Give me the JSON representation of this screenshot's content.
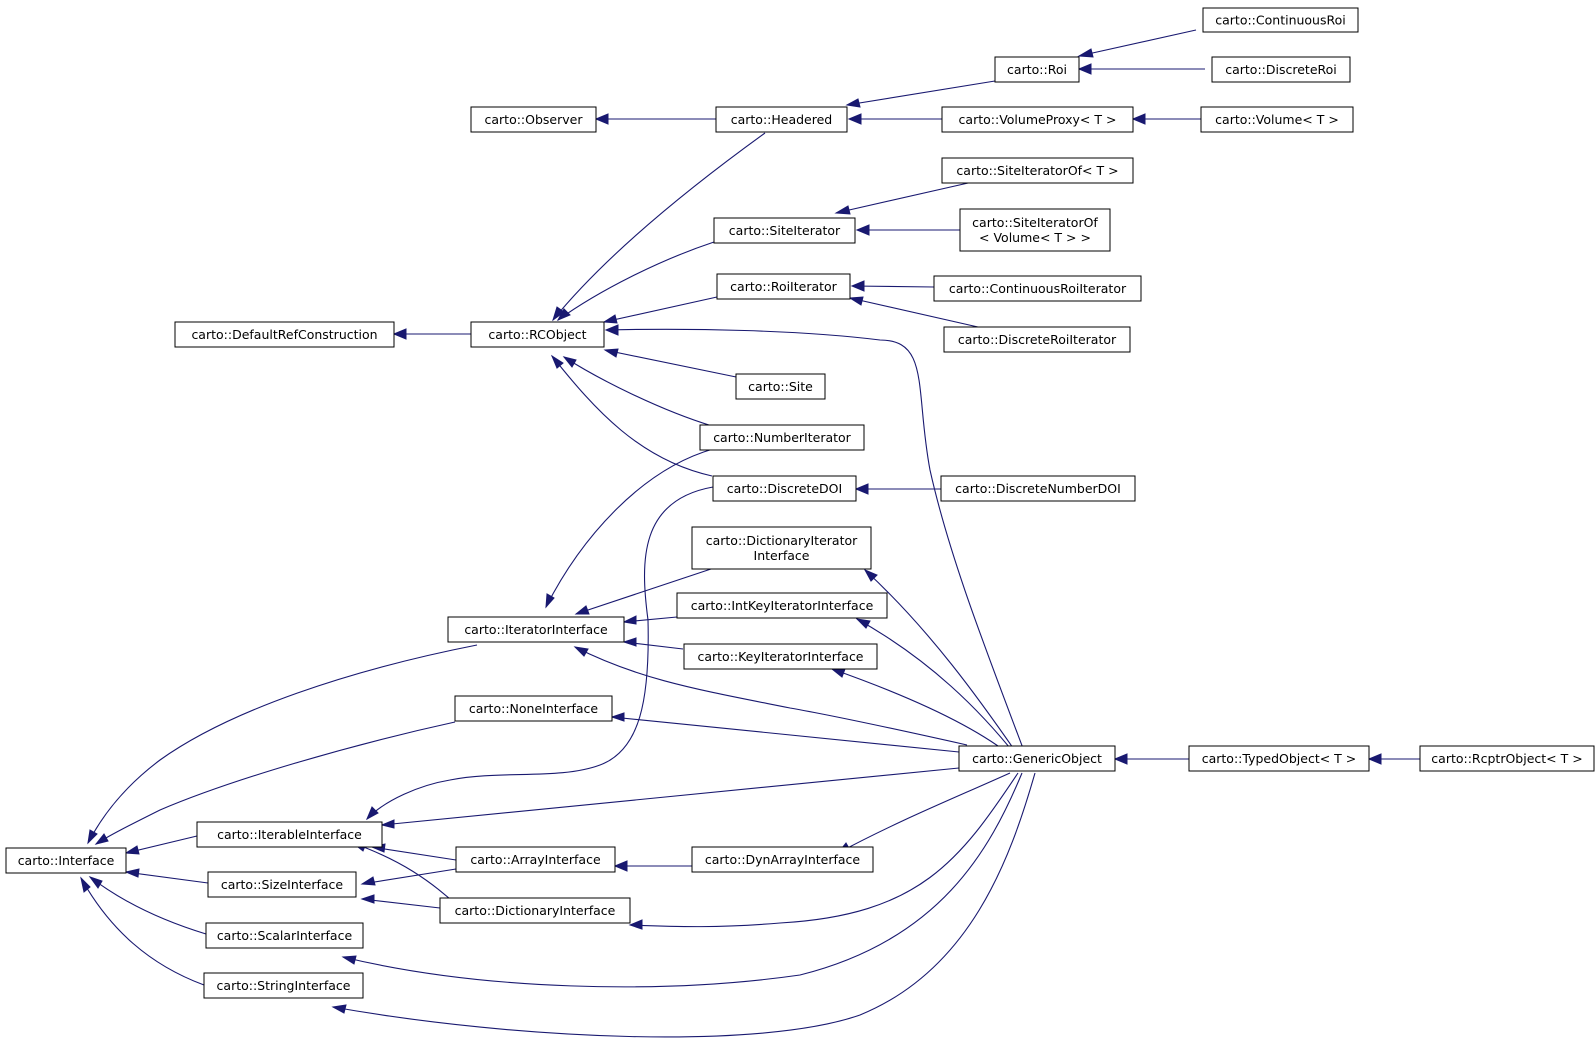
{
  "diagram": {
    "type": "inheritance-graph",
    "colors": {
      "edge": "#191970",
      "node_border": "#000000",
      "node_fill": "#ffffff",
      "background": "#ffffff"
    },
    "nodes": {
      "continuous_roi": [
        "carto::ContinuousRoi"
      ],
      "discrete_roi": [
        "carto::DiscreteRoi"
      ],
      "roi": [
        "carto::Roi"
      ],
      "observer": [
        "carto::Observer"
      ],
      "headered": [
        "carto::Headered"
      ],
      "volume_proxy": [
        "carto::VolumeProxy< T >"
      ],
      "volume": [
        "carto::Volume< T >"
      ],
      "site_iterator_of": [
        "carto::SiteIteratorOf< T >"
      ],
      "site_iterator": [
        "carto::SiteIterator"
      ],
      "site_iterator_of_volume": [
        "carto::SiteIteratorOf",
        "< Volume< T > >"
      ],
      "roi_iterator": [
        "carto::RoiIterator"
      ],
      "continuous_roi_iterator": [
        "carto::ContinuousRoiIterator"
      ],
      "default_ref_construction": [
        "carto::DefaultRefConstruction"
      ],
      "rcobject": [
        "carto::RCObject"
      ],
      "discrete_roi_iterator": [
        "carto::DiscreteRoiIterator"
      ],
      "site": [
        "carto::Site"
      ],
      "number_iterator": [
        "carto::NumberIterator"
      ],
      "discrete_doi": [
        "carto::DiscreteDOI"
      ],
      "discrete_number_doi": [
        "carto::DiscreteNumberDOI"
      ],
      "dictionary_iterator_interface": [
        "carto::DictionaryIterator",
        "Interface"
      ],
      "int_key_iterator_interface": [
        "carto::IntKeyIteratorInterface"
      ],
      "iterator_interface": [
        "carto::IteratorInterface"
      ],
      "key_iterator_interface": [
        "carto::KeyIteratorInterface"
      ],
      "none_interface": [
        "carto::NoneInterface"
      ],
      "generic_object": [
        "carto::GenericObject"
      ],
      "typed_object": [
        "carto::TypedObject< T >"
      ],
      "rcptr_object": [
        "carto::RcptrObject< T >"
      ],
      "iterable_interface": [
        "carto::IterableInterface"
      ],
      "interface": [
        "carto::Interface"
      ],
      "array_interface": [
        "carto::ArrayInterface"
      ],
      "dyn_array_interface": [
        "carto::DynArrayInterface"
      ],
      "size_interface": [
        "carto::SizeInterface"
      ],
      "dictionary_interface": [
        "carto::DictionaryInterface"
      ],
      "scalar_interface": [
        "carto::ScalarInterface"
      ],
      "string_interface": [
        "carto::StringInterface"
      ]
    },
    "edges": [
      [
        "roi",
        "continuous_roi"
      ],
      [
        "roi",
        "discrete_roi"
      ],
      [
        "headered",
        "roi"
      ],
      [
        "observer",
        "headered"
      ],
      [
        "headered",
        "volume_proxy"
      ],
      [
        "volume_proxy",
        "volume"
      ],
      [
        "site_iterator",
        "site_iterator_of"
      ],
      [
        "site_iterator",
        "site_iterator_of_volume"
      ],
      [
        "roi_iterator",
        "continuous_roi_iterator"
      ],
      [
        "roi_iterator",
        "discrete_roi_iterator"
      ],
      [
        "default_ref_construction",
        "rcobject"
      ],
      [
        "rcobject",
        "headered"
      ],
      [
        "rcobject",
        "site_iterator"
      ],
      [
        "rcobject",
        "roi_iterator"
      ],
      [
        "rcobject",
        "generic_object"
      ],
      [
        "rcobject",
        "site"
      ],
      [
        "rcobject",
        "number_iterator"
      ],
      [
        "rcobject",
        "discrete_doi"
      ],
      [
        "discrete_doi",
        "discrete_number_doi"
      ],
      [
        "iterator_interface",
        "number_iterator"
      ],
      [
        "iterator_interface",
        "dictionary_iterator_interface"
      ],
      [
        "iterator_interface",
        "int_key_iterator_interface"
      ],
      [
        "iterator_interface",
        "key_iterator_interface"
      ],
      [
        "iterator_interface",
        "generic_object"
      ],
      [
        "dictionary_iterator_interface",
        "generic_object"
      ],
      [
        "int_key_iterator_interface",
        "generic_object"
      ],
      [
        "key_iterator_interface",
        "generic_object"
      ],
      [
        "none_interface",
        "generic_object"
      ],
      [
        "generic_object",
        "typed_object"
      ],
      [
        "typed_object",
        "rcptr_object"
      ],
      [
        "iterable_interface",
        "discrete_doi"
      ],
      [
        "iterable_interface",
        "generic_object"
      ],
      [
        "iterable_interface",
        "array_interface"
      ],
      [
        "iterable_interface",
        "dictionary_interface"
      ],
      [
        "interface",
        "iterator_interface"
      ],
      [
        "interface",
        "none_interface"
      ],
      [
        "interface",
        "iterable_interface"
      ],
      [
        "interface",
        "size_interface"
      ],
      [
        "interface",
        "scalar_interface"
      ],
      [
        "interface",
        "string_interface"
      ],
      [
        "array_interface",
        "dyn_array_interface"
      ],
      [
        "dyn_array_interface",
        "generic_object"
      ],
      [
        "size_interface",
        "array_interface"
      ],
      [
        "size_interface",
        "dictionary_interface"
      ],
      [
        "dictionary_interface",
        "generic_object"
      ],
      [
        "scalar_interface",
        "generic_object"
      ],
      [
        "string_interface",
        "generic_object"
      ]
    ]
  }
}
